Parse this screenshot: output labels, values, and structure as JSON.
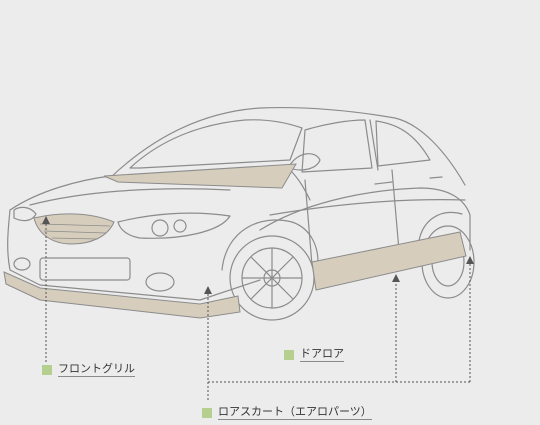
{
  "colors": {
    "background": "#ececec",
    "line": "#8c8c8c",
    "part_fill": "#d6cdbd",
    "marker": "#b5cf8e",
    "leader": "#555555",
    "text": "#333333"
  },
  "labels": {
    "front_grille": "フロントグリル",
    "door_lower": "ドアロア",
    "lower_skirt": "ロアスカート（エアロパーツ）"
  }
}
